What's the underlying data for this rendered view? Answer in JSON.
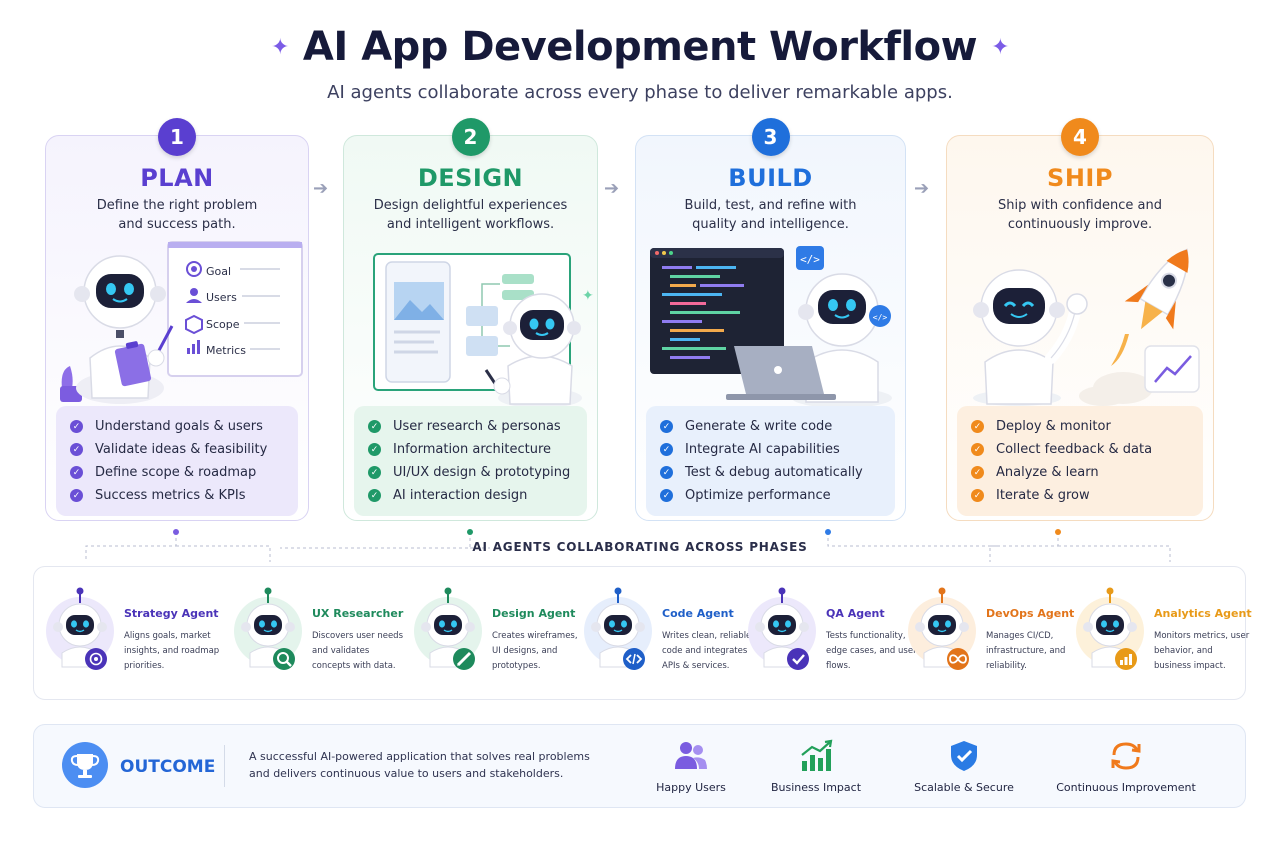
{
  "header": {
    "title": "AI App Development Workflow",
    "subtitle": "AI agents collaborate across every phase to deliver remarkable apps."
  },
  "phases": [
    {
      "number": "1",
      "name": "PLAN",
      "desc_line1": "Define the right problem",
      "desc_line2": "and success path.",
      "color": "#5a3fd0",
      "board_items": [
        "Goal",
        "Users",
        "Scope",
        "Metrics"
      ],
      "tasks": [
        "Understand goals & users",
        "Validate ideas & feasibility",
        "Define scope & roadmap",
        "Success metrics & KPIs"
      ]
    },
    {
      "number": "2",
      "name": "DESIGN",
      "desc_line1": "Design delightful experiences",
      "desc_line2": "and intelligent workflows.",
      "color": "#1f9968",
      "tasks": [
        "User research & personas",
        "Information architecture",
        "UI/UX design & prototyping",
        "AI interaction design"
      ]
    },
    {
      "number": "3",
      "name": "BUILD",
      "desc_line1": "Build, test, and refine with",
      "desc_line2": "quality and intelligence.",
      "color": "#1f6fdb",
      "tasks": [
        "Generate & write code",
        "Integrate AI capabilities",
        "Test & debug automatically",
        "Optimize performance"
      ]
    },
    {
      "number": "4",
      "name": "SHIP",
      "desc_line1": "Ship with confidence and",
      "desc_line2": "continuously improve.",
      "color": "#f08a1c",
      "tasks": [
        "Deploy & monitor",
        "Collect feedback & data",
        "Analyze & learn",
        "Iterate & grow"
      ]
    }
  ],
  "agents_section": {
    "title": "AI AGENTS COLLABORATING ACROSS PHASES",
    "agents": [
      {
        "name": "Strategy Agent",
        "desc": "Aligns goals, market insights, and roadmap priorities.",
        "color": "#4a33b8",
        "icon": "target-icon"
      },
      {
        "name": "UX Researcher",
        "desc": "Discovers user needs and validates concepts with data.",
        "color": "#1e8a5c",
        "icon": "magnifier-icon"
      },
      {
        "name": "Design Agent",
        "desc": "Creates wireframes, UI designs, and prototypes.",
        "color": "#1e8a5c",
        "icon": "pen-icon"
      },
      {
        "name": "Code Agent",
        "desc": "Writes clean, reliable code and integrates APIs & services.",
        "color": "#1f5fc8",
        "icon": "code-icon"
      },
      {
        "name": "QA Agent",
        "desc": "Tests functionality, edge cases, and user flows.",
        "color": "#4a33b8",
        "icon": "check-icon"
      },
      {
        "name": "DevOps Agent",
        "desc": "Manages CI/CD, infrastructure, and reliability.",
        "color": "#e2741a",
        "icon": "infinity-icon"
      },
      {
        "name": "Analytics Agent",
        "desc": "Monitors metrics, user behavior, and business impact.",
        "color": "#e89a18",
        "icon": "bar-chart-icon"
      }
    ]
  },
  "outcome": {
    "label": "OUTCOME",
    "text": "A successful AI-powered application that solves real problems and delivers continuous value to users and stakeholders.",
    "benefits": [
      {
        "label": "Happy Users",
        "icon": "users-icon",
        "color": "#7a5ce0"
      },
      {
        "label": "Business Impact",
        "icon": "growth-chart-icon",
        "color": "#22a05a"
      },
      {
        "label": "Scalable & Secure",
        "icon": "shield-check-icon",
        "color": "#2a7be4"
      },
      {
        "label": "Continuous Improvement",
        "icon": "refresh-icon",
        "color": "#f07a1c"
      }
    ]
  }
}
